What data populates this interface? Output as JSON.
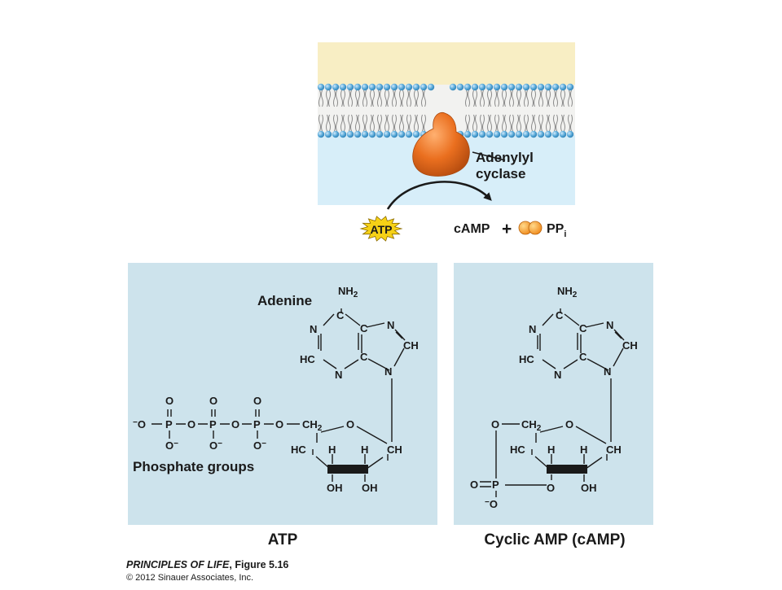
{
  "membrane": {
    "enzyme_label_line1": "Adenylyl",
    "enzyme_label_line2": "cyclase",
    "substrate": "ATP",
    "product": "cAMP",
    "plus": "+",
    "pyrophosphate": "PP",
    "pyrophosphate_sub": "i"
  },
  "atp_panel": {
    "adenine_label": "Adenine",
    "phosphate_label": "Phosphate groups",
    "caption": "ATP"
  },
  "camp_panel": {
    "caption": "Cyclic AMP (cAMP)"
  },
  "credit": {
    "book": "PRINCIPLES OF LIFE",
    "figure": ", Figure 5.16",
    "copyright": "© 2012 Sinauer Associates, Inc."
  },
  "colors": {
    "extracellular": "#f8eec4",
    "cytoplasm": "#d7eef9",
    "panel": "#cde3ec",
    "lipid_head": "#54a6d6",
    "enzyme": "#e9701f",
    "atp_star": "#f6d116"
  }
}
